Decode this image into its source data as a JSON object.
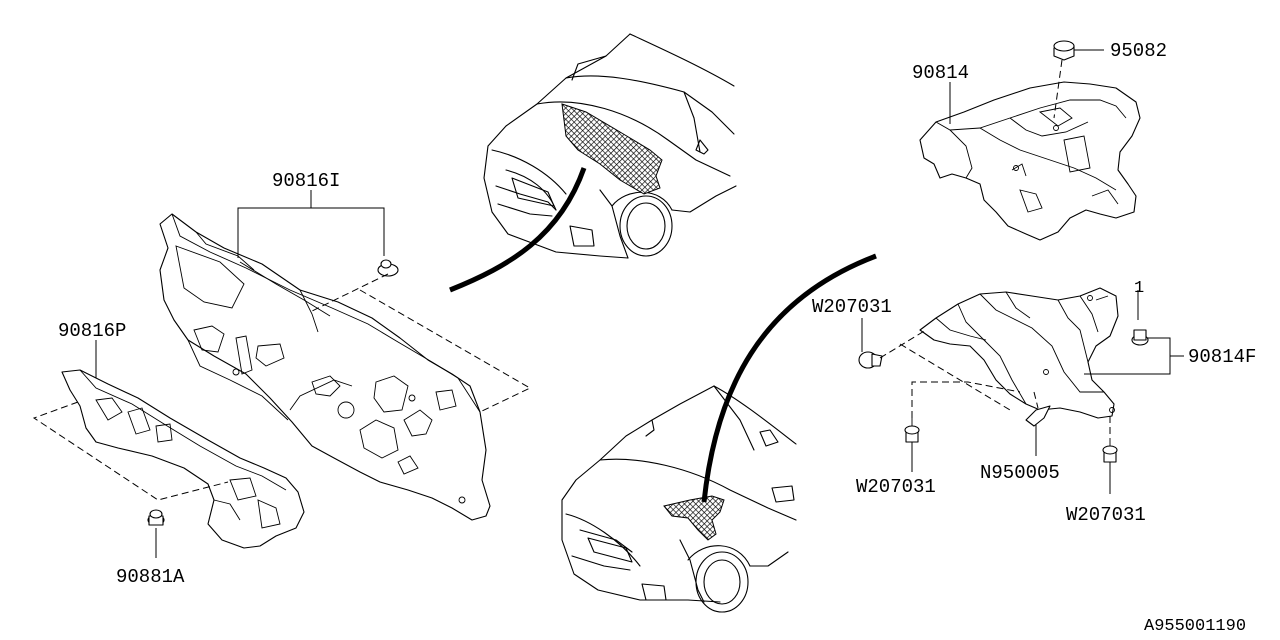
{
  "diagram": {
    "labels": {
      "dash_insulator_upper": "90816I",
      "dash_insulator_lower": "90816P",
      "nut_clip": "90881A",
      "hood_insulator": "90814",
      "hood_clip": "95082",
      "heat_shield_label": "90814F",
      "clip_left": "W207031",
      "clip_bottom_left": "W207031",
      "clip_bottom_right": "W207031",
      "nut_center": "N950005"
    },
    "reference_code": "A955001190"
  }
}
